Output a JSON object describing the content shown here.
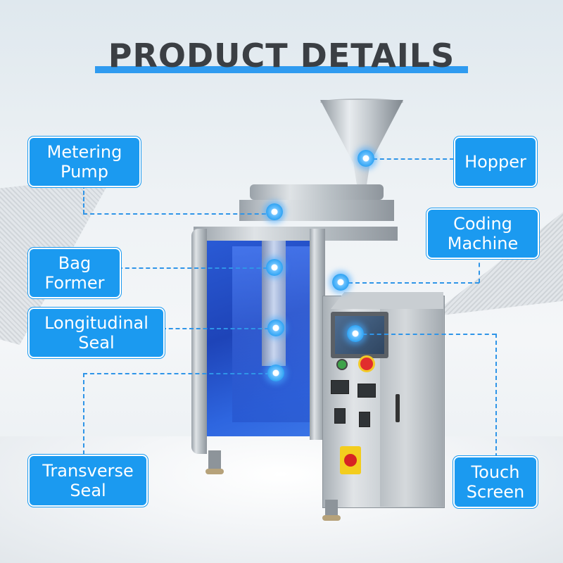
{
  "title": "PRODUCT DETAILS",
  "accent_color": "#1b9af0",
  "callouts": {
    "metering_pump": "Metering\nPump",
    "hopper": "Hopper",
    "coding_machine": "Coding\nMachine",
    "bag_former": "Bag\nFormer",
    "longitudinal_seal": "Longitudinal\nSeal",
    "transverse_seal": "Transverse\nSeal",
    "touch_screen": "Touch\nScreen"
  }
}
